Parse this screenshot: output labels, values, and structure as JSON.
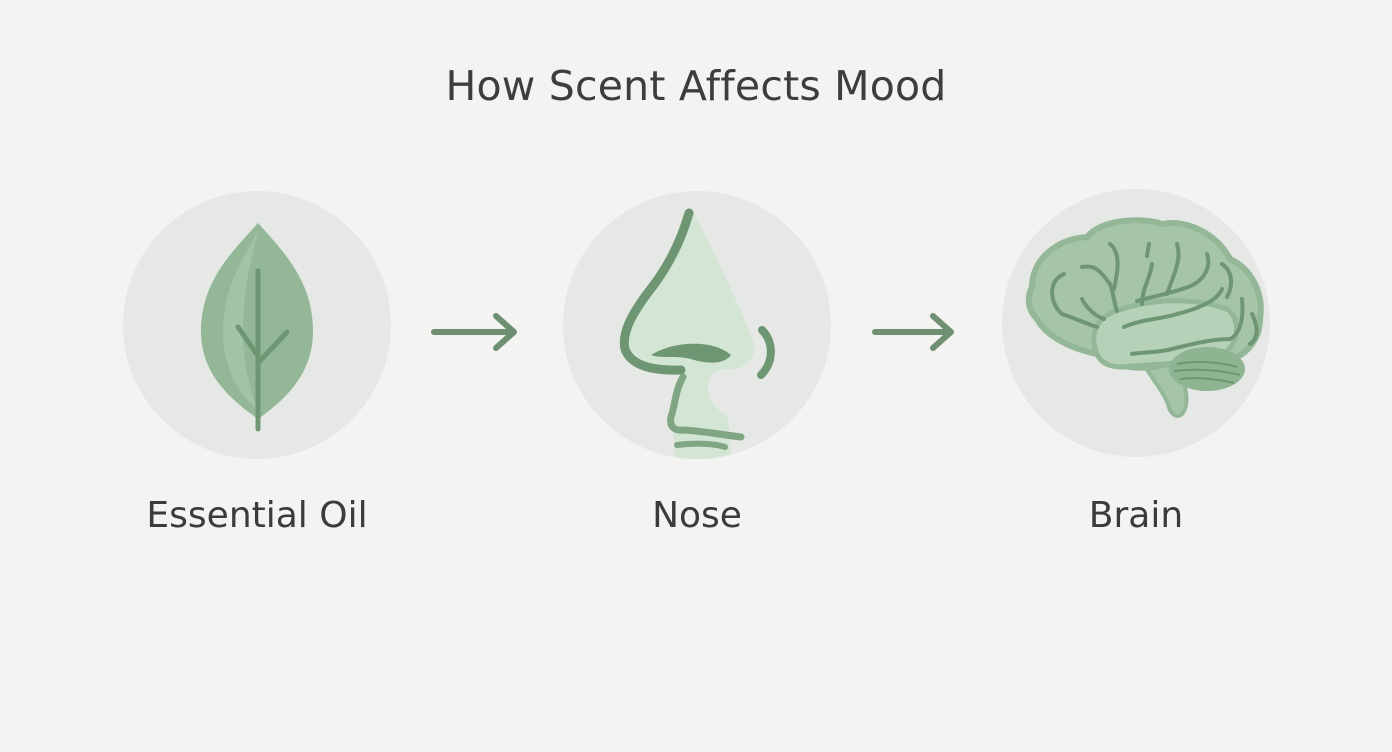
{
  "title": "How Scent Affects Mood",
  "colors": {
    "background": "#f3f3f2",
    "circle": "#e6e8e6",
    "green_dark": "#6f9673",
    "green_mid": "#93b797",
    "green_light": "#b9d4bb",
    "arrow": "#6e8f72",
    "text": "#3d3d3d"
  },
  "steps": [
    {
      "label": "Essential Oil",
      "icon": "leaf-icon"
    },
    {
      "label": "Nose",
      "icon": "nose-icon"
    },
    {
      "label": "Brain",
      "icon": "brain-icon"
    }
  ],
  "connectors": [
    {
      "from": "Essential Oil",
      "to": "Nose",
      "icon": "arrow-right-icon"
    },
    {
      "from": "Nose",
      "to": "Brain",
      "icon": "arrow-right-icon"
    }
  ]
}
